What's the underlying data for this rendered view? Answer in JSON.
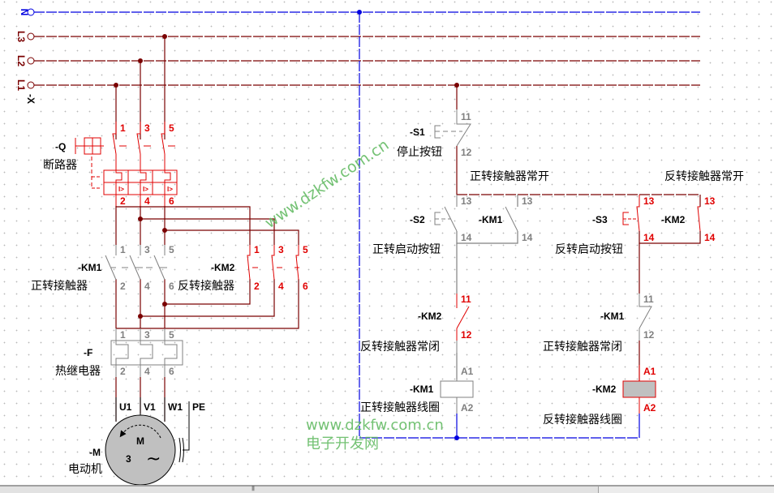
{
  "colors": {
    "phase_wire": "#7a0000",
    "neutral_wire": "#0000e0",
    "active_red": "#e00000",
    "inactive_grey": "#808080",
    "coil_fill": "#c0c0c0",
    "watermark": "#5cb85c"
  },
  "buses": [
    {
      "label": "N",
      "color": "#0000e0"
    },
    {
      "label": "L3",
      "color": "#7a0000"
    },
    {
      "label": "L2",
      "color": "#7a0000"
    },
    {
      "label": "L1",
      "color": "#7a0000"
    }
  ],
  "bus_group_tag": "-X",
  "power_circuit": {
    "breaker": {
      "tag": "-Q",
      "name": "断路器",
      "pins_top": [
        "1",
        "3",
        "5"
      ],
      "pins_bottom": [
        "2",
        "4",
        "6"
      ]
    },
    "km1_main": {
      "tag": "-KM1",
      "name": "正转接触器",
      "pins_top": [
        "1",
        "3",
        "5"
      ],
      "pins_bottom": [
        "2",
        "4",
        "6"
      ]
    },
    "km2_main": {
      "tag": "-KM2",
      "name": "反转接触器",
      "pins_top": [
        "1",
        "3",
        "5"
      ],
      "pins_bottom": [
        "2",
        "4",
        "6"
      ]
    },
    "thermal_relay": {
      "tag": "-F",
      "name": "热继电器",
      "pins_top": [
        "1",
        "3",
        "5"
      ],
      "pins_bottom": [
        "2",
        "4",
        "6"
      ]
    },
    "motor": {
      "tag": "-M",
      "name": "电动机",
      "terminals": [
        "U1",
        "V1",
        "W1",
        "PE"
      ],
      "symbol_letter": "M",
      "phase_count": "3",
      "ac_symbol": "~"
    }
  },
  "control_circuit": {
    "stop_button": {
      "tag": "-S1",
      "name": "停止按钮",
      "pin_top": "11",
      "pin_bottom": "12"
    },
    "fwd_label": "正转接触器常开",
    "rev_label": "反转接触器常开",
    "fwd_start": {
      "tag": "-S2",
      "name": "正转启动按钮",
      "pin_top": "13",
      "pin_bottom": "14"
    },
    "km1_aux_no": {
      "tag": "-KM1",
      "pin_top": "13",
      "pin_bottom": "14"
    },
    "rev_start": {
      "tag": "-S3",
      "name": "反转启动按钮",
      "pin_top": "13",
      "pin_bottom": "14"
    },
    "km2_aux_no": {
      "tag": "-KM2",
      "pin_top": "13",
      "pin_bottom": "14"
    },
    "km2_aux_nc": {
      "tag": "-KM2",
      "name": "反转接触器常闭",
      "pin_top": "11",
      "pin_bottom": "12"
    },
    "km1_aux_nc": {
      "tag": "-KM1",
      "name": "正转接触器常闭",
      "pin_top": "11",
      "pin_bottom": "12"
    },
    "km1_coil": {
      "tag": "-KM1",
      "name": "正转接触器线圈",
      "pin_top": "A1",
      "pin_bottom": "A2"
    },
    "km2_coil": {
      "tag": "-KM2",
      "name": "反转接触器线圈",
      "pin_top": "A1",
      "pin_bottom": "A2"
    }
  },
  "watermark": {
    "diagonal": "www.dzkfw.com.cn",
    "url": "www.dzkfw.com.cn",
    "site_name": "电子开发网"
  }
}
